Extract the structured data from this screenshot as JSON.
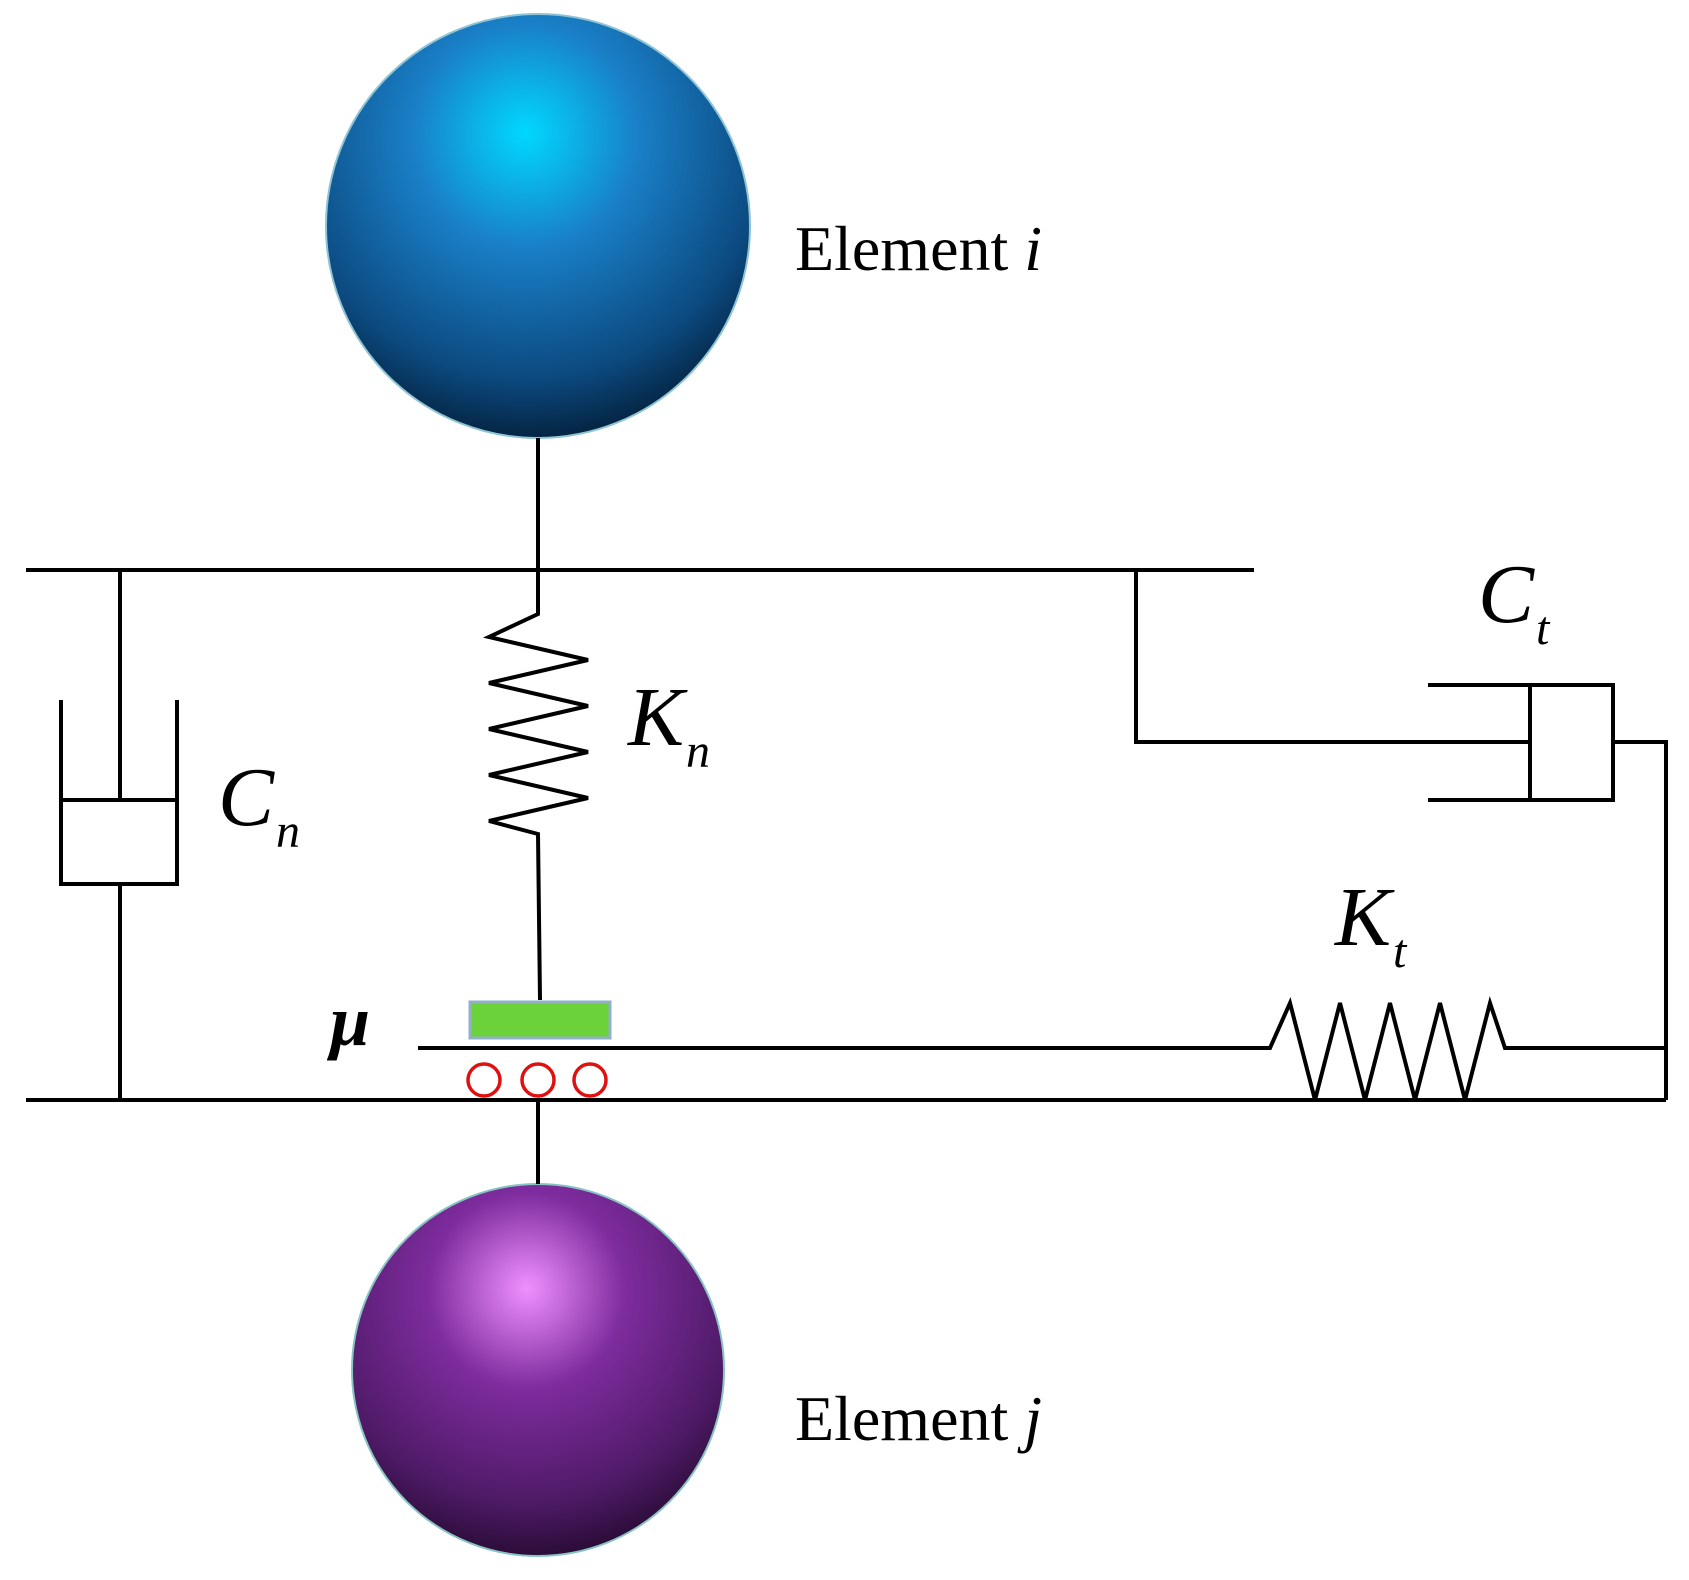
{
  "labels": {
    "element_i_prefix": "Element",
    "element_i_var": "i",
    "element_j_prefix": "Element",
    "element_j_var": "j",
    "kn_symbol": "K",
    "kn_sub": "n",
    "cn_symbol": "C",
    "cn_sub": "n",
    "ct_symbol": "C",
    "ct_sub": "t",
    "kt_symbol": "K",
    "kt_sub": "t",
    "mu_symbol": "μ"
  },
  "colors": {
    "element_i": "#1a7fc4",
    "element_i_highlight": "#00ccff",
    "element_i_shadow": "#02182e",
    "element_j": "#7a2a9a",
    "element_j_highlight": "#ee88ff",
    "element_j_shadow": "#1e0828",
    "friction_block": "#6cd23a",
    "friction_block_border": "#8fb0c8",
    "rollers": "#e01010",
    "lines": "#000000"
  }
}
